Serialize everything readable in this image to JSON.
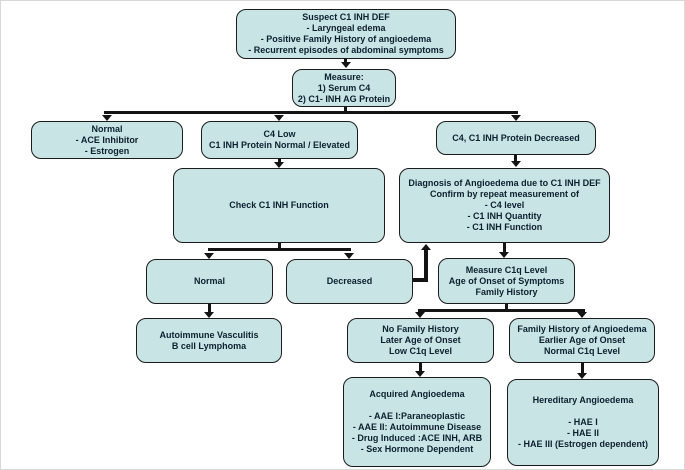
{
  "title": "Suspect C1 INH DEF diagnostic flowchart",
  "colors": {
    "box_fill": "#c8e4e4",
    "box_border": "#1b1b1b",
    "text": "#0d2030",
    "arrow": "#141414",
    "background": "#ffffff"
  },
  "nodes": {
    "suspect": {
      "lines": [
        "Suspect C1 INH DEF",
        "- Laryngeal edema",
        "- Positive Family History of angioedema",
        "- Recurrent episodes of abdominal symptoms"
      ]
    },
    "measure": {
      "lines": [
        "Measure:",
        "1) Serum C4",
        "2) C1- INH AG Protein"
      ]
    },
    "normal_top": {
      "lines": [
        "Normal",
        "- ACE Inhibitor",
        "- Estrogen"
      ]
    },
    "c4_low": {
      "lines": [
        "C4 Low",
        "C1 INH Protein Normal / Elevated"
      ]
    },
    "c4_c1_decreased": {
      "lines": [
        "C4, C1 INH Protein Decreased"
      ]
    },
    "check_function": {
      "lines": [
        "Check C1 INH Function"
      ]
    },
    "diagnosis": {
      "lines": [
        "Diagnosis of Angioedema due to C1 INH DEF",
        "Confirm by repeat measurement of",
        "- C4 level",
        "- C1 INH Quantity",
        "- C1 INH Function"
      ]
    },
    "normal_mid": {
      "lines": [
        "Normal"
      ]
    },
    "decreased_mid": {
      "lines": [
        "Decreased"
      ]
    },
    "measure_c1q": {
      "lines": [
        "Measure C1q Level",
        "Age of Onset of Symptoms",
        "Family History"
      ]
    },
    "autoimmune": {
      "lines": [
        "Autoimmune Vasculitis",
        "B cell Lymphoma"
      ]
    },
    "no_family": {
      "lines": [
        "No Family History",
        "Later Age of Onset",
        "Low C1q Level"
      ]
    },
    "family": {
      "lines": [
        "Family History of Angioedema",
        "Earlier Age of Onset",
        "Normal C1q Level"
      ]
    },
    "acquired": {
      "lines": [
        "Acquired Angioedema",
        "",
        "- AAE I:Paraneoplastic",
        "- AAE II: Autoimmune Disease",
        "- Drug Induced :ACE INH, ARB",
        "- Sex Hormone Dependent"
      ]
    },
    "hereditary": {
      "lines": [
        "Hereditary Angioedema",
        "",
        "- HAE I",
        "- HAE II",
        "- HAE III (Estrogen dependent)"
      ]
    }
  }
}
